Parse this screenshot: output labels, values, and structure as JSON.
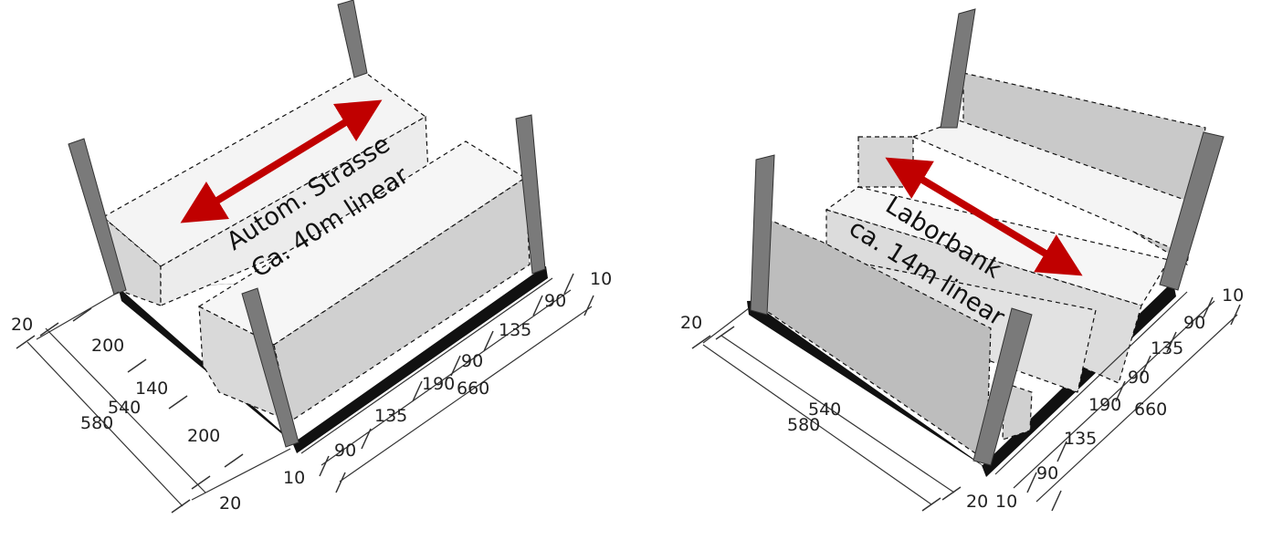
{
  "left_diagram": {
    "label_line1": "Autom. Strasse",
    "label_line2": "Ca. 40m linear",
    "dims_left": [
      "20",
      "200",
      "140",
      "200",
      "20",
      "540",
      "580"
    ],
    "dims_right": [
      "10",
      "90",
      "135",
      "90",
      "190",
      "90",
      "135",
      "90",
      "10",
      "660"
    ]
  },
  "right_diagram": {
    "label_line1": "Laborbank",
    "label_line2": "ca. 14m linear",
    "dims_left": [
      "20",
      "540",
      "580",
      "20"
    ],
    "dims_right": [
      "10",
      "90",
      "135",
      "90",
      "190",
      "90",
      "135",
      "90",
      "10",
      "660"
    ]
  },
  "colors": {
    "arrow": "#c00000",
    "post": "#7a7a7a",
    "floor": "#111111",
    "box_top": "#f4f4f4",
    "box_side": "#d6d6d6"
  }
}
